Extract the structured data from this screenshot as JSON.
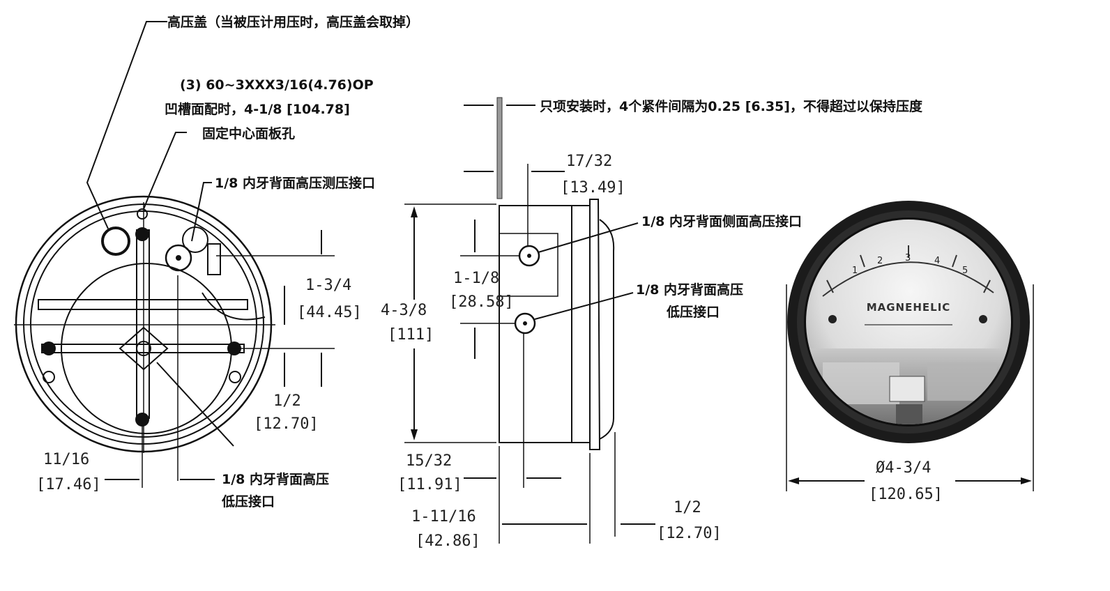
{
  "front_view": {
    "label_high_port_cover": "高压盖（当被压计用压时，高压盖会取掉）",
    "label_range_part1": "(3) 60~3XXX3/16(4.76)OP",
    "label_range_part2": "凹槽面配时，4-1/8 [104.78]",
    "label_mounting_hole": "固定中心面板孔",
    "label_top_port": "1/8 内牙背面高压测压接口",
    "label_bottom_port_line1": "1/8 内牙背面高压",
    "label_bottom_port_line2": "低压接口",
    "dim_right_upper_in": "1-3/4",
    "dim_right_upper_mm": "[44.45]",
    "dim_right_lower_in": "1/2",
    "dim_right_lower_mm": "[12.70]",
    "dim_bottom_in": "11/16",
    "dim_bottom_mm": "[17.46]"
  },
  "side_view": {
    "label_mount_note": "只项安装时，4个紧件间隔为0.25 [6.35]，不得超过以保持压度",
    "dim_top_in": "17/32",
    "dim_top_mm": "[13.49]",
    "label_side_port_upper": "1/8 内牙背面侧面高压接口",
    "label_side_port_lower_line1": "1/8 内牙背面高压",
    "label_side_port_lower_line2": "低压接口",
    "dim_height_in": "4-3/8",
    "dim_height_mm": "[111]",
    "dim_mid_in": "1-1/8",
    "dim_mid_mm": "[28.58]",
    "dim_base_in": "15/32",
    "dim_base_mm": "[11.91]",
    "dim_depth_in": "1-11/16",
    "dim_depth_mm": "[42.86]",
    "dim_lip_in": "1/2",
    "dim_lip_mm": "[12.70]"
  },
  "photo_view": {
    "scale_values": [
      "1",
      "2",
      "3",
      "4",
      "5"
    ],
    "dial_brand": "MAGNEHELIC",
    "dim_dia_in": "Ø4-3/4",
    "dim_dia_mm": "[120.65]"
  }
}
